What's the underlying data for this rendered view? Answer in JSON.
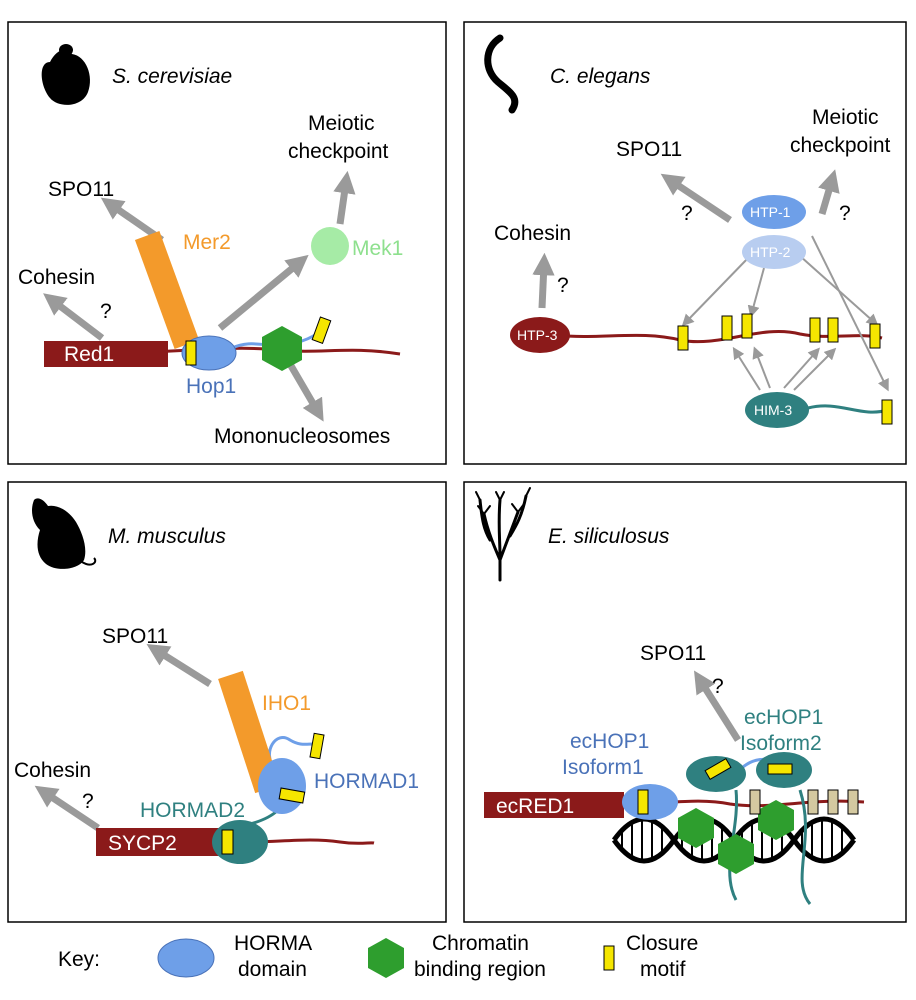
{
  "panels": {
    "cerevisiae": {
      "species": "S. cerevisiae",
      "spo11": "SPO11",
      "mer2": "Mer2",
      "cohesin": "Cohesin",
      "q": "?",
      "red1": "Red1",
      "hop1": "Hop1",
      "mek1": "Mek1",
      "checkpoint_1": "Meiotic",
      "checkpoint_2": "checkpoint",
      "mononucleosomes": "Mononucleosomes"
    },
    "elegans": {
      "species": "C. elegans",
      "spo11": "SPO11",
      "checkpoint_1": "Meiotic",
      "checkpoint_2": "checkpoint",
      "q": "?",
      "cohesin": "Cohesin",
      "htp1": "HTP-1",
      "htp2": "HTP-2",
      "htp3": "HTP-3",
      "him3": "HIM-3"
    },
    "musculus": {
      "species": "M. musculus",
      "spo11": "SPO11",
      "iho1": "IHO1",
      "cohesin": "Cohesin",
      "q": "?",
      "hormad2": "HORMAD2",
      "hormad1": "HORMAD1",
      "sycp2": "SYCP2"
    },
    "siliculosus": {
      "species": "E. siliculosus",
      "spo11": "SPO11",
      "q": "?",
      "echop1_iso1_1": "ecHOP1",
      "echop1_iso1_2": "Isoform1",
      "echop1_iso2_1": "ecHOP1",
      "echop1_iso2_2": "Isoform2",
      "ecred1": "ecRED1"
    }
  },
  "key": {
    "title": "Key:",
    "horma_1": "HORMA",
    "horma_2": "domain",
    "chromatin_1": "Chromatin",
    "chromatin_2": "binding region",
    "closure_1": "Closure",
    "closure_2": "motif"
  },
  "colors": {
    "horma": "#6e9fe8",
    "chromatin": "#2e9e2e",
    "closure": "#f5e600",
    "red1": "#8b1a1a",
    "mer2": "#f39a2b",
    "mek1": "#a6eba6",
    "teal": "#2f8080",
    "arrow": "#9a9a9a"
  }
}
